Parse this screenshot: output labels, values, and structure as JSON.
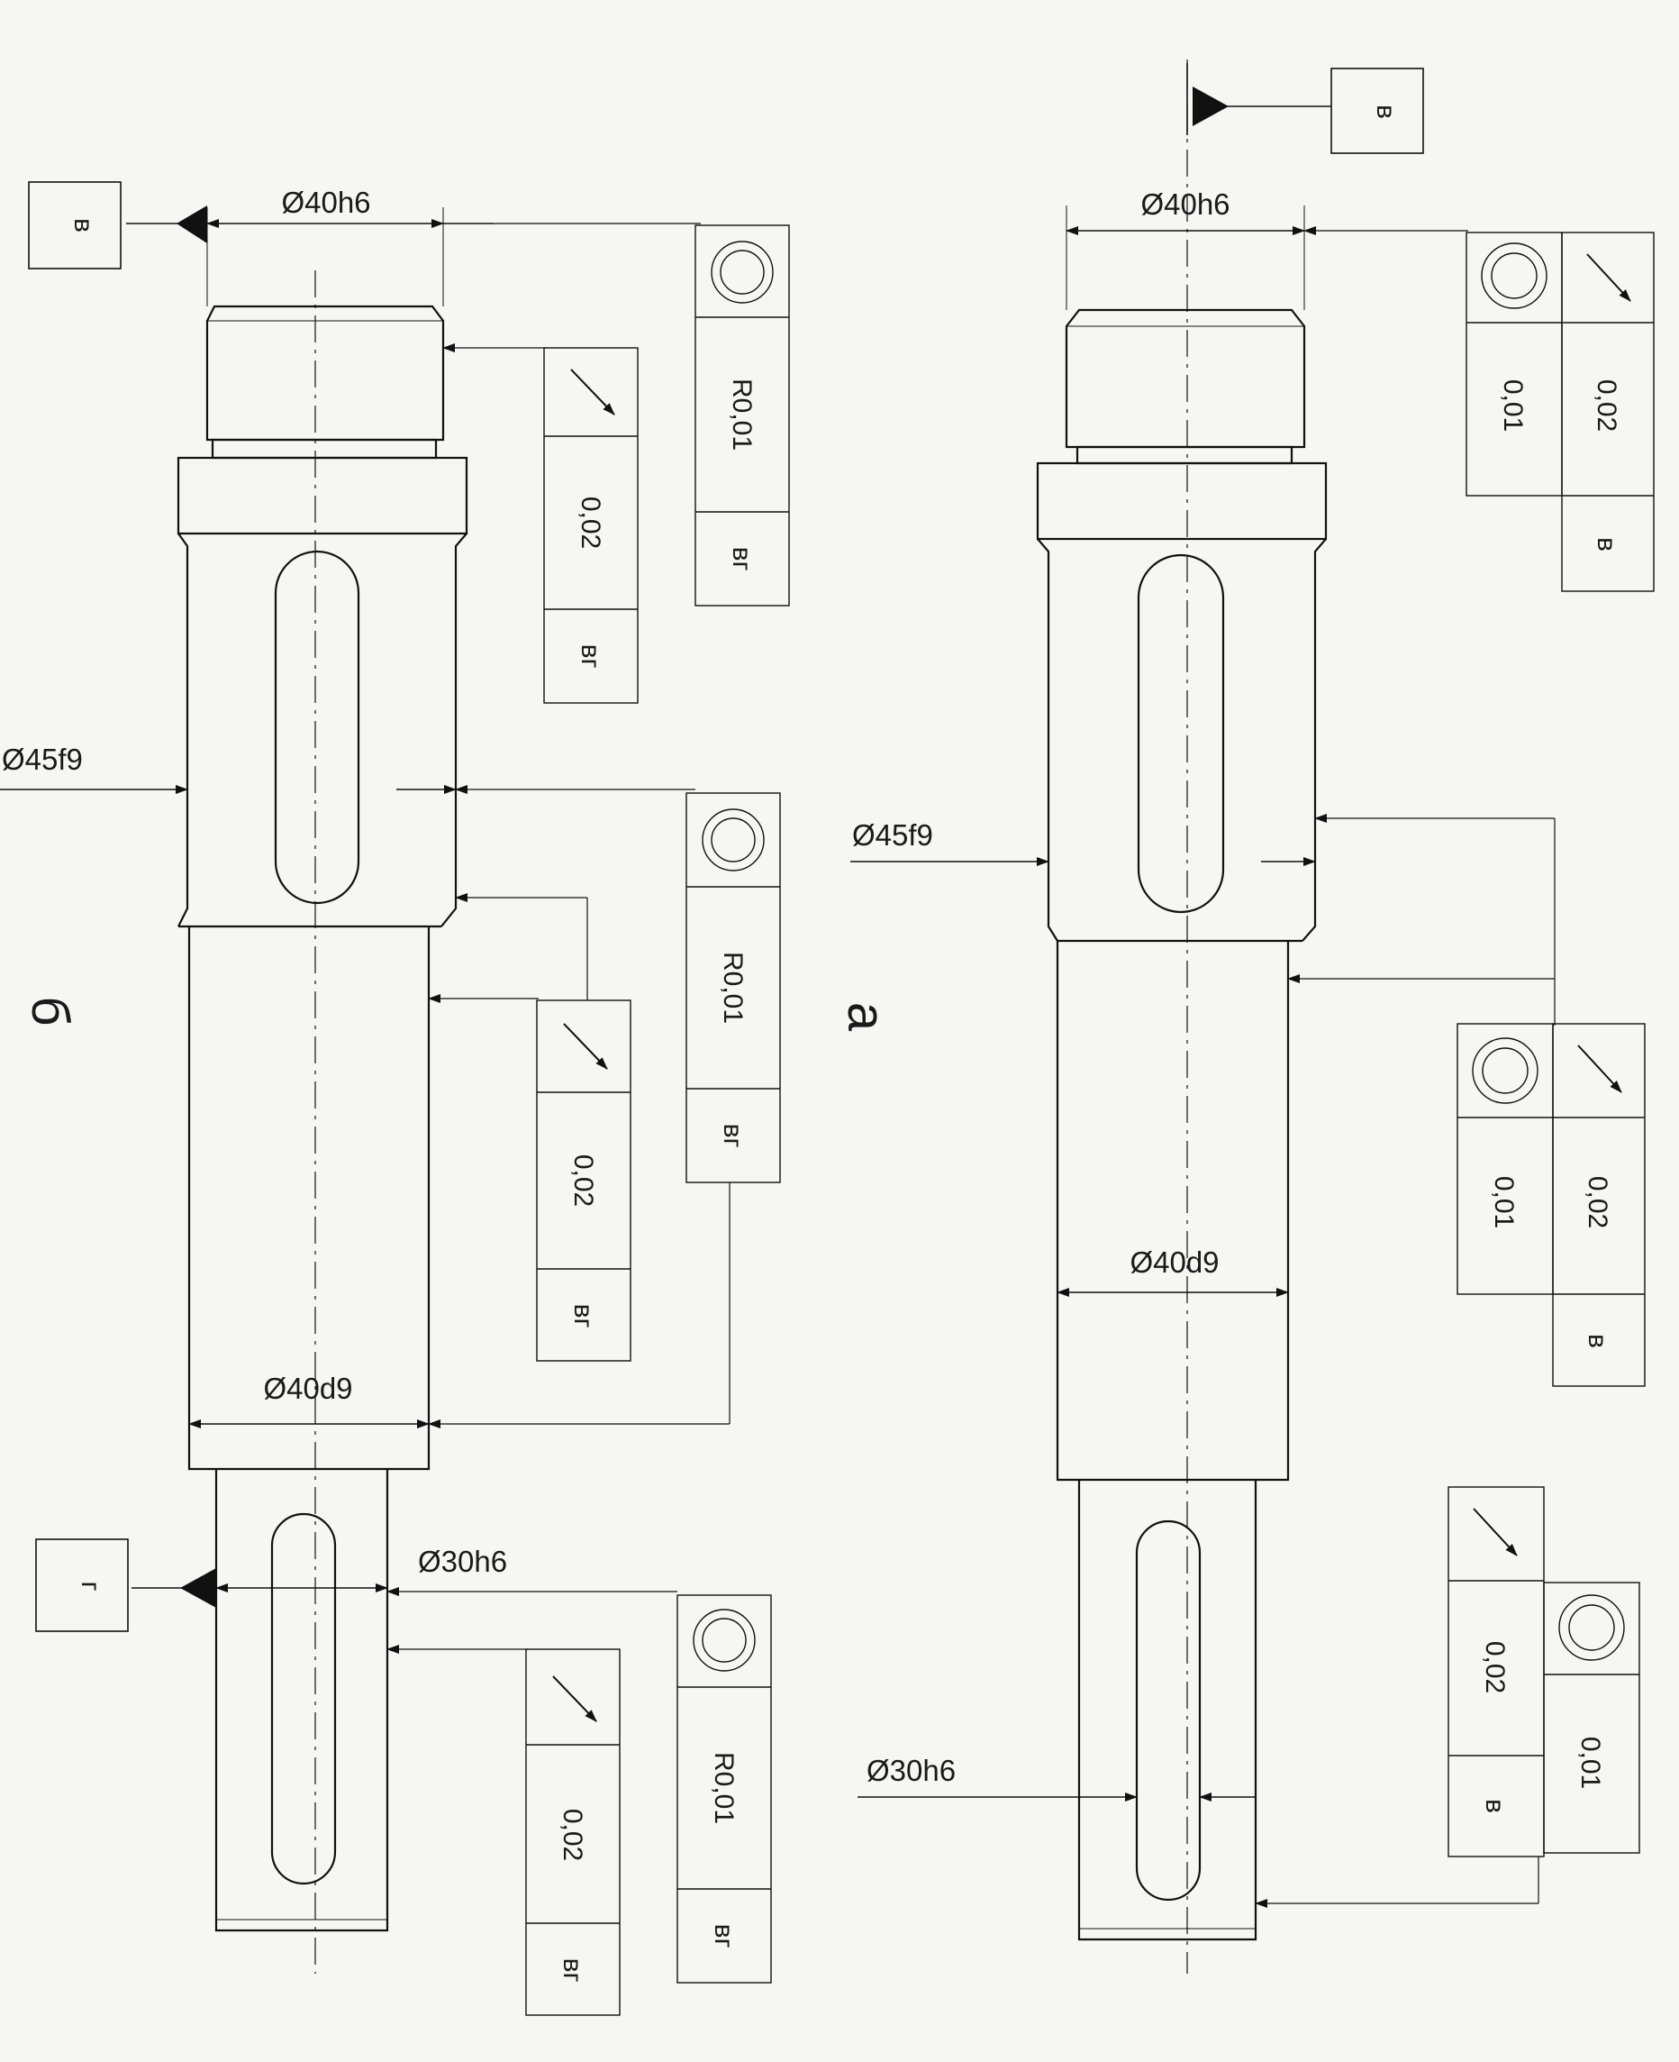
{
  "figure": {
    "left_view_label": "б",
    "right_view_label": "а"
  },
  "left_view": {
    "datum_top": "в",
    "datum_bottom": "г",
    "dims": {
      "d_top": "Ø40h6",
      "d_mid": "Ø45f9",
      "d_body": "Ø40d9",
      "d_low": "Ø30h6"
    },
    "frames": [
      {
        "id": "conc1",
        "symbol": "concentricity-icon",
        "value": "R0,01",
        "datum": "вг"
      },
      {
        "id": "runout1",
        "symbol": "runout-arrow-icon",
        "value": "0,02",
        "datum": "вг"
      },
      {
        "id": "conc2",
        "symbol": "concentricity-icon",
        "value": "R0,01",
        "datum": "вг"
      },
      {
        "id": "runout2",
        "symbol": "runout-arrow-icon",
        "value": "0,02",
        "datum": "вг"
      },
      {
        "id": "conc3",
        "symbol": "concentricity-icon",
        "value": "R0,01",
        "datum": "вг"
      },
      {
        "id": "runout3",
        "symbol": "runout-arrow-icon",
        "value": "0,02",
        "datum": "вг"
      }
    ]
  },
  "right_view": {
    "datum_top": "в",
    "dims": {
      "d_top": "Ø40h6",
      "d_mid": "Ø45f9",
      "d_body": "Ø40d9",
      "d_low": "Ø30h6"
    },
    "frames": [
      {
        "id": "top",
        "symbol_a": "concentricity-icon",
        "value_a": "0,01",
        "symbol_b": "runout-arrow-icon",
        "value_b": "0,02",
        "datum": "в"
      },
      {
        "id": "mid",
        "symbol_a": "concentricity-icon",
        "value_a": "0,01",
        "symbol_b": "runout-arrow-icon",
        "value_b": "0,02",
        "datum": "в"
      },
      {
        "id": "low",
        "symbol_a": "concentricity-icon",
        "value_a": "0,01",
        "symbol_b": "runout-arrow-icon",
        "value_b": "0,02",
        "datum": "в"
      }
    ]
  }
}
